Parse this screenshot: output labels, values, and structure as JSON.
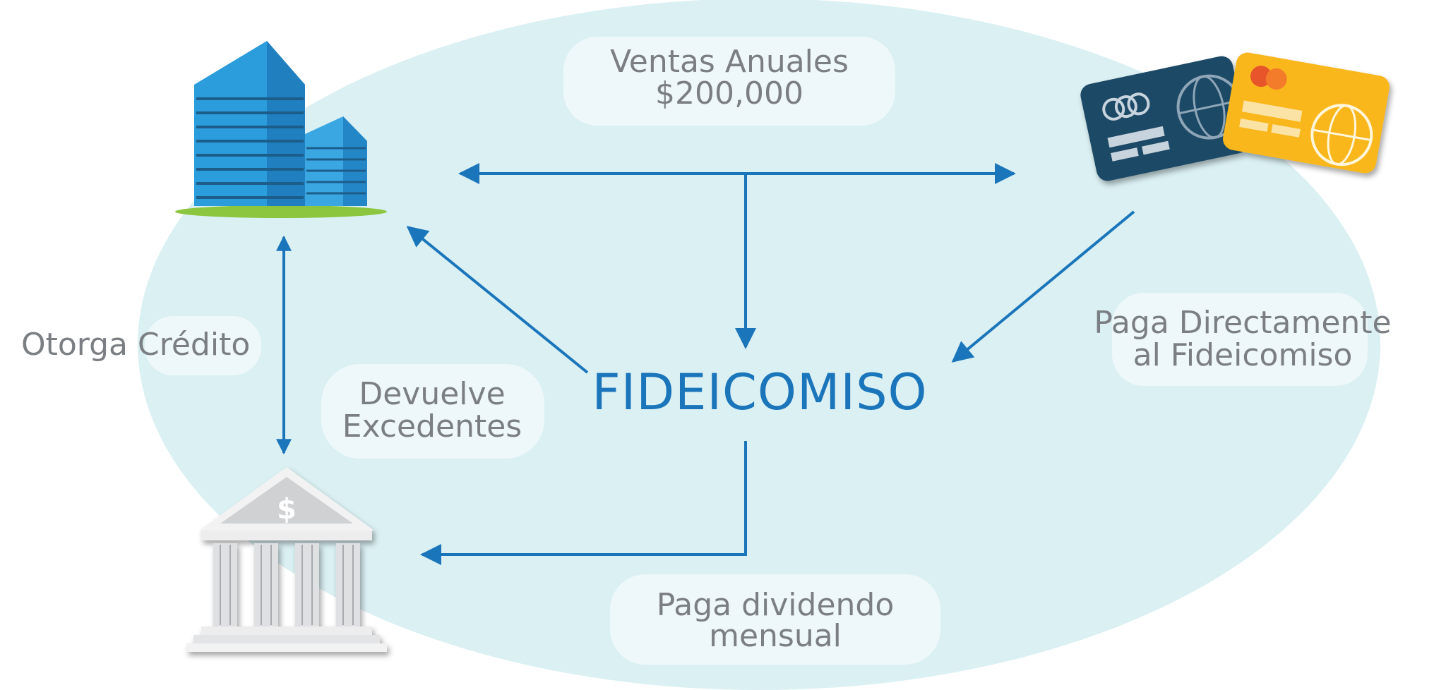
{
  "colors": {
    "oval": "#daf0f3",
    "pill": "#eef8fa",
    "arrow": "#1a75bb",
    "label_text": "#7b7f84",
    "center_text": "#1a75bb",
    "building_blue": "#2b9ddc",
    "grass": "#8cc63f",
    "card_dark": "#1d4866",
    "card_yellow": "#f9b71f",
    "bank_gray": "#d9dadc"
  },
  "icons": [
    "office-building-icon",
    "credit-cards-icon",
    "bank-icon"
  ],
  "diagram": {
    "center": "FIDEICOMISO",
    "labels": {
      "ventas_line1": "Ventas Anuales",
      "ventas_line2": "$200,000",
      "otorga": "Otorga Crédito",
      "devuelve_line1": "Devuelve",
      "devuelve_line2": "Excedentes",
      "paga_directamente_line1": "Paga Directamente",
      "paga_directamente_line2": "al Fideicomiso",
      "paga_dividendo_line1": "Paga dividendo",
      "paga_dividendo_line2": "mensual"
    }
  }
}
